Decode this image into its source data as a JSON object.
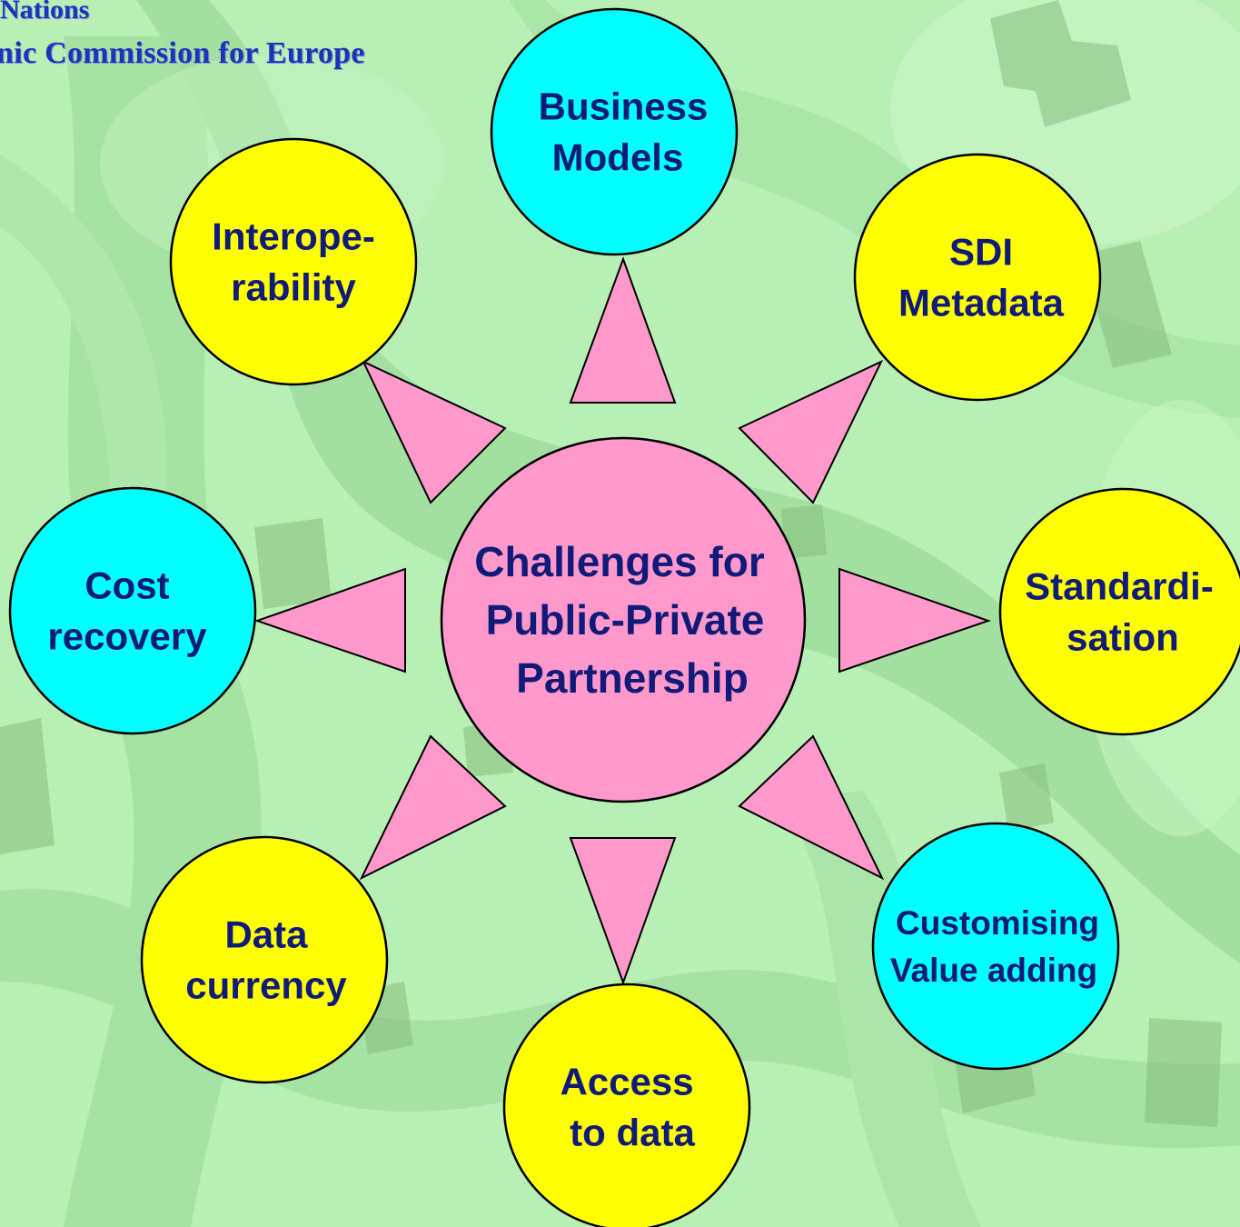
{
  "header": {
    "line1": "Nations",
    "line2": "nic Commission for Europe"
  },
  "colors": {
    "background": "#b8efb4",
    "background_stripe": "#9fdf9e",
    "block": "#86bb7c",
    "pink": "#ff99cc",
    "cyan": "#00ffff",
    "yellow": "#ffff00",
    "text": "#101a78",
    "header_text": "#1f33b8",
    "outline": "#000000"
  },
  "center": {
    "lines": [
      "Challenges for",
      "Public-Private",
      "Partnership"
    ],
    "color": "pink"
  },
  "nodes": [
    {
      "id": "business-models",
      "lines": [
        "Business",
        "Models"
      ],
      "color": "cyan"
    },
    {
      "id": "sdi-metadata",
      "lines": [
        "SDI",
        "Metadata"
      ],
      "color": "yellow"
    },
    {
      "id": "standardisation",
      "lines": [
        "Standardi-",
        "sation"
      ],
      "color": "yellow"
    },
    {
      "id": "customising-value-adding",
      "lines": [
        "Customising",
        "Value adding"
      ],
      "color": "cyan"
    },
    {
      "id": "access-to-data",
      "lines": [
        "Access",
        "to data"
      ],
      "color": "yellow"
    },
    {
      "id": "data-currency",
      "lines": [
        "Data",
        "currency"
      ],
      "color": "yellow"
    },
    {
      "id": "cost-recovery",
      "lines": [
        "Cost",
        "recovery"
      ],
      "color": "cyan"
    },
    {
      "id": "interoperability",
      "lines": [
        "Interope-",
        "rability"
      ],
      "color": "yellow"
    }
  ]
}
